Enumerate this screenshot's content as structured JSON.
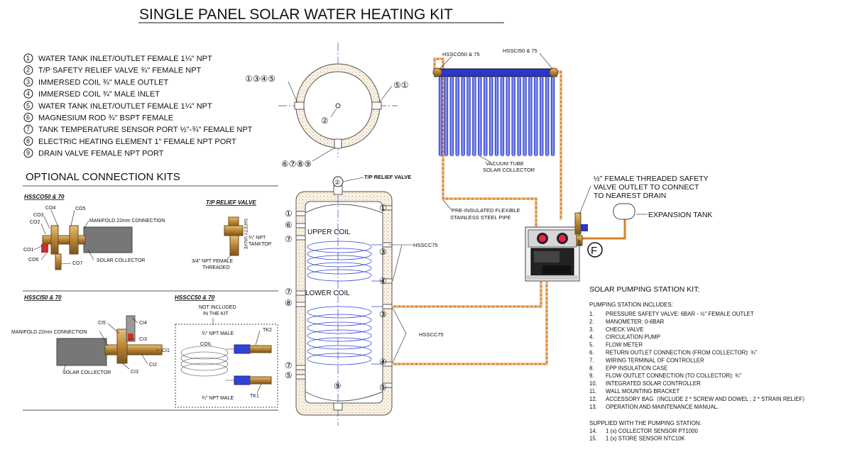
{
  "title": "SINGLE PANEL SOLAR WATER HEATING KIT",
  "legend": [
    {
      "num": "1",
      "text": "WATER TANK INLET/OUTLET FEMALE 1¼\" NPT"
    },
    {
      "num": "2",
      "text": "T/P SAFETY RELIEF VALVE ¾\" FEMALE NPT"
    },
    {
      "num": "3",
      "text": "IMMERSED COIL ¾\" MALE OUTLET"
    },
    {
      "num": "4",
      "text": "IMMERSED COIL ¾\" MALE INLET"
    },
    {
      "num": "5",
      "text": "WATER TANK INLET/OUTLET FEMALE 1¼\" NPT"
    },
    {
      "num": "6",
      "text": "MAGNESIUM ROD ¾\" BSPT FEMALE"
    },
    {
      "num": "7",
      "text": "TANK TEMPERATURE SENSOR PORT ½\"-¾\" FEMALE NPT"
    },
    {
      "num": "8",
      "text": "ELECTRIC HEATING ELEMENT 1\" FEMALE NPT PORT"
    },
    {
      "num": "9",
      "text": "DRAIN VALVE FEMALE NPT PORT"
    }
  ],
  "optional": {
    "heading": "OPTIONAL CONNECTION KITS",
    "hssco_title": "HSSCO50 & 70",
    "hssco_labels": {
      "co4": "CO4",
      "co5": "CO5",
      "co3": "CO3",
      "co2": "CO2",
      "co1": "CO1",
      "co6": "CO6",
      "co7": "CO7",
      "manifold": "MANIFOLD 22mm CONNECTION",
      "collector": "SOLAR COLLECTOR"
    },
    "tp_title": "T/P RELIEF VALVE",
    "tp_labels": {
      "safety": "SAFETY VALVE",
      "npt": "¾\" NPT",
      "tanktop": "TANKTOP",
      "threaded1": "3/4\" NPT FEMALE",
      "threaded2": "THREADED"
    },
    "hssci_title": "HSSCI50 & 70",
    "hssci_labels": {
      "ci5": "CI5",
      "ci4": "CI4",
      "ci3a": "CI3",
      "ci1": "CI1",
      "ci2": "CI2",
      "ci3b": "CI3",
      "manifold": "MANIFOLD 22mm CONNECTION",
      "collector": "SOLAR COLLECTOR"
    },
    "hsscc_title": "HSSCC50 & 70",
    "hsscc_labels": {
      "not_incl1": "NOT INCLUDED",
      "not_incl2": "IN THE KIT",
      "npt_male_top": "¾\" NPT MALE",
      "coil": "COIL",
      "npt_male_bot": "¾\" NPT MALE",
      "tk2": "TK2",
      "tk1": "TK1"
    }
  },
  "top_view": {
    "left_label": "①③④⑤",
    "right_label": "⑤①",
    "center_label": "②",
    "bottom_label": "⑥⑦⑧⑨"
  },
  "tank": {
    "tp_num": "②",
    "tp_label": "T/P RELIEF VALVE",
    "upper_coil": "UPPER COIL",
    "lower_coil": "LOWER COIL",
    "left_ports": [
      "①",
      "⑥",
      "⑦",
      "⑦",
      "⑧",
      "⑦",
      "⑤"
    ],
    "right_ports": [
      "①",
      "③",
      "④",
      "③",
      "④",
      "⑤"
    ],
    "bottom_port": "⑨",
    "hsscc75_a": "HSSCC75",
    "hsscc75_b": "HSSCC75"
  },
  "collector": {
    "hssco_label": "HSSCO50 & 75",
    "hssci_label": "HSSCI50 & 75",
    "tube_label1": "VACUUM TUBE",
    "tube_label2": "SOLAR COLLECTOR",
    "pipe_label1": "PRE-INSULATED FLEXIBLE",
    "pipe_label2": "STAINLESS STEEL PIPE"
  },
  "right_notes": {
    "safety1": "½\" FEMALE THREADED SAFETY",
    "safety2": "VALVE OUTLET TO CONNECT",
    "safety3": "TO NEAREST DRAIN",
    "expansion": "EXPANSION TANK",
    "f_mark": "F",
    "station_kit": "SOLAR PUMPING STATION KIT:"
  },
  "includes_heading": "PUMPING STATION INCLUDES:",
  "includes": [
    {
      "n": "1.",
      "t": "PRESSURE SAFETY VALVE: 6BAR - ½\" FEMALE OUTLET"
    },
    {
      "n": "2.",
      "t": "MANOMETER: 0-6BAR"
    },
    {
      "n": "3.",
      "t": "CHECK VALVE"
    },
    {
      "n": "4.",
      "t": "CIRCULATION PUMP"
    },
    {
      "n": "5.",
      "t": "FLOW METER"
    },
    {
      "n": "6.",
      "t": "RETURN OUTLET CONNECTION (FROM COLLECTOR): ¾\""
    },
    {
      "n": "7.",
      "t": "WIRING TERMINAL OF CONTROLLER"
    },
    {
      "n": "8.",
      "t": "EPP INSULATION CASE"
    },
    {
      "n": "9.",
      "t": "FLOW OUTLET CONNECTION (TO COLLECTOR): ¾\""
    },
    {
      "n": "10.",
      "t": "INTEGRATED SOLAR CONTROLLER"
    },
    {
      "n": "11.",
      "t": "WALL MOUNTING BRACKET"
    },
    {
      "n": "12.",
      "t": "ACCESSORY BAG（INCLUDE 2 * SCREW AND DOWEL ; 2 * STRAIN RELIEF）"
    },
    {
      "n": "13.",
      "t": "OPERATION AND MAINTENANCE MANUAL."
    }
  ],
  "supplied_heading": "SUPPLIED WITH THE PUMPING STATION:",
  "supplied": [
    {
      "n": "14.",
      "t": "1 (x) COLLECTOR SENSOR PT1000"
    },
    {
      "n": "15.",
      "t": "1 (x) STORE SENSOR NTC10K"
    }
  ]
}
